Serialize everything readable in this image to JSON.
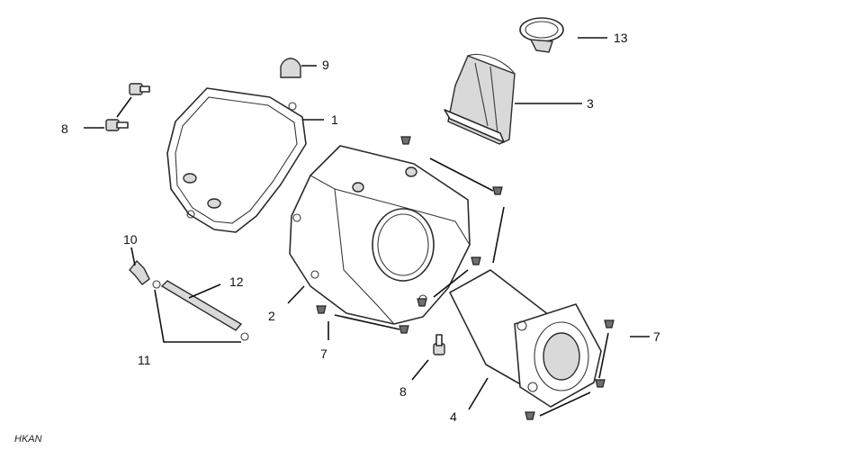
{
  "diagram": {
    "callouts": {
      "c1": "1",
      "c2": "2",
      "c3": "3",
      "c4": "4",
      "c7a": "7",
      "c7b": "7",
      "c8a": "8",
      "c8b": "8",
      "c9": "9",
      "c10": "10",
      "c11": "11",
      "c12": "12",
      "c13": "13"
    },
    "watermark": "HKAN"
  }
}
